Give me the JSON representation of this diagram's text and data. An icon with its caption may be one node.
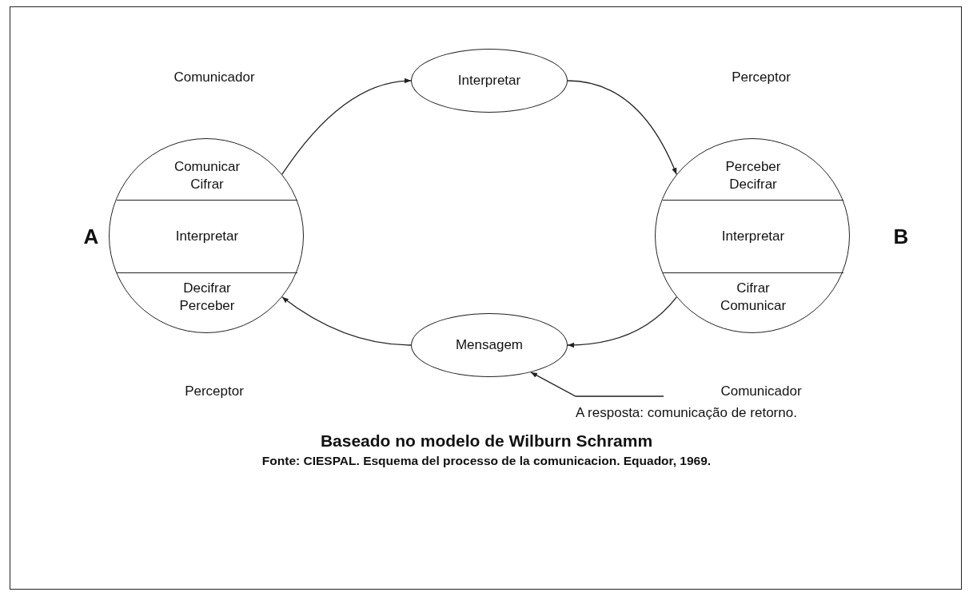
{
  "diagram": {
    "title": "Baseado no modelo de Wilburn Schramm",
    "caption": "Fonte: CIESPAL. Esquema del processo de la comunicacion. Equador, 1969.",
    "nodes": [
      {
        "text": [],
        "shape": "circle",
        "beside": [
          "A"
        ]
      },
      {
        "text": [
          "Comunicar",
          "Cifrar"
        ],
        "in": 0
      },
      {
        "text": [
          "Interpretar"
        ],
        "in": 0
      },
      {
        "text": [
          "Decifrar",
          "Perceber"
        ],
        "in": 0
      },
      {
        "text": [
          "Interpretar"
        ]
      },
      {
        "text": [],
        "shape": "circle",
        "beside": [
          "B"
        ]
      },
      {
        "text": [
          "Perceber",
          "Decifrar"
        ],
        "in": 5
      },
      {
        "text": [
          "Interpretar"
        ],
        "in": 5
      },
      {
        "text": [
          "Cifrar",
          "Comunicar"
        ],
        "in": 5
      },
      {
        "text": [
          "Mensagem"
        ]
      },
      {
        "text": [
          "A resposta: comunicação de retorno."
        ]
      }
    ],
    "edges": [
      {
        "from": 0,
        "to": 4,
        "arrow": "to"
      },
      {
        "from": 4,
        "to": 5,
        "arrow": "to"
      },
      {
        "from": 5,
        "to": 9,
        "arrow": "to"
      },
      {
        "from": 9,
        "to": 0,
        "arrow": "to"
      },
      {
        "from": 10,
        "to": 9,
        "arrow": "to"
      }
    ],
    "labels": [
      "Comunicador",
      "Perceptor",
      "Perceptor",
      "Comunicador"
    ]
  }
}
